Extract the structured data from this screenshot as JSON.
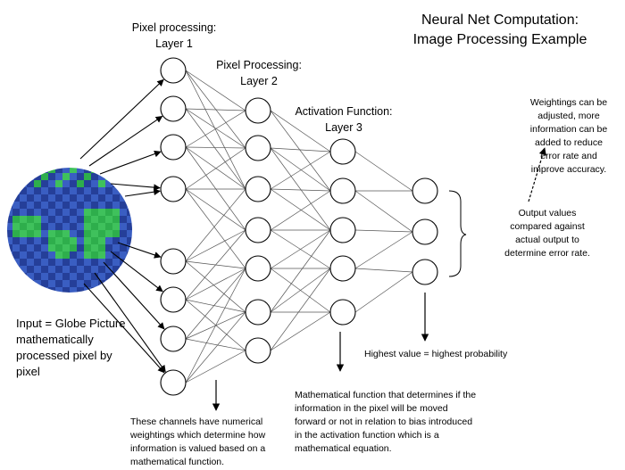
{
  "title": {
    "line1": "Neural Net Computation:",
    "line2": "Image Processing Example"
  },
  "layers": [
    {
      "name_line1": "Pixel processing:",
      "name_line2": "Layer 1"
    },
    {
      "name_line1": "Pixel Processing:",
      "name_line2": "Layer 2"
    },
    {
      "name_line1": "Activation Function:",
      "name_line2": "Layer 3"
    }
  ],
  "input_label": {
    "line1": "Input = Globe Picture",
    "line2": "mathematically",
    "line3": "processed pixel by",
    "line4": "pixel"
  },
  "weightings_note": {
    "line1": "Weightings can be",
    "line2": "adjusted, more",
    "line3": "information can be",
    "line4": "added to reduce",
    "line5": "error rate and",
    "line6": "improve accuracy."
  },
  "output_note": {
    "line1": "Output values",
    "line2": "compared against",
    "line3": "actual output to",
    "line4": "determine error rate."
  },
  "highest_note": "Highest value = highest probability",
  "activation_note": {
    "line1": "Mathematical function that determines if the",
    "line2": "information in the pixel will be moved",
    "line3": "forward or not in relation to bias introduced",
    "line4": "in the activation function which is a",
    "line5": "mathematical equation."
  },
  "channels_note": {
    "line1": "These channels have numerical",
    "line2": "weightings which determine how",
    "line3": "information is valued based on a",
    "line4": "mathematical function."
  },
  "colors": {
    "globe_blue": "#3a5ec2",
    "globe_dark": "#253f99",
    "globe_green": "#2eae4c",
    "line": "#000000",
    "node_fill": "#ffffff"
  }
}
